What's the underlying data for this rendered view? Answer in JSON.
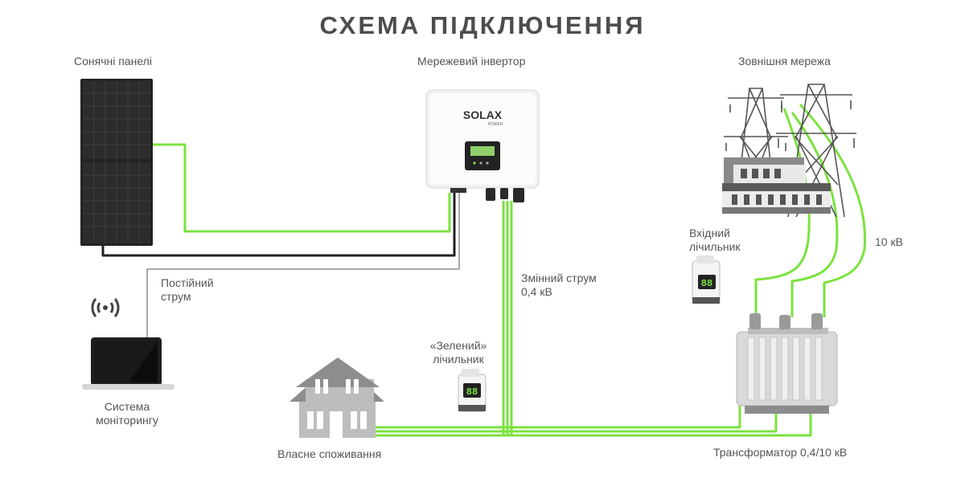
{
  "title": "СХЕМА ПІДКЛЮЧЕННЯ",
  "labels": {
    "solar_panels": "Сонячні панелі",
    "inverter": "Мережевий інвертор",
    "grid": "Зовнішня мережа",
    "dc_line1": "Постійний",
    "dc_line2": "струм",
    "ac_line1": "Змінний струм",
    "ac_line2": "0,4 кВ",
    "input_meter_line1": "Вхідний",
    "input_meter_line2": "лічильник",
    "voltage_10kv": "10 кВ",
    "green_meter_line1": "«Зелений»",
    "green_meter_line2": "лічильник",
    "monitoring_line1": "Система",
    "monitoring_line2": "моніторингу",
    "own_consumption": "Власне споживання",
    "transformer": "Трансформатор  0,4/10 кВ"
  },
  "inverter_brand": "SOLAX",
  "inverter_sub": "POWER",
  "meter_display": "88",
  "colors": {
    "green": "#7be23f",
    "dark": "#222222",
    "gray_wire": "#a8a8a8",
    "text": "#555555"
  }
}
